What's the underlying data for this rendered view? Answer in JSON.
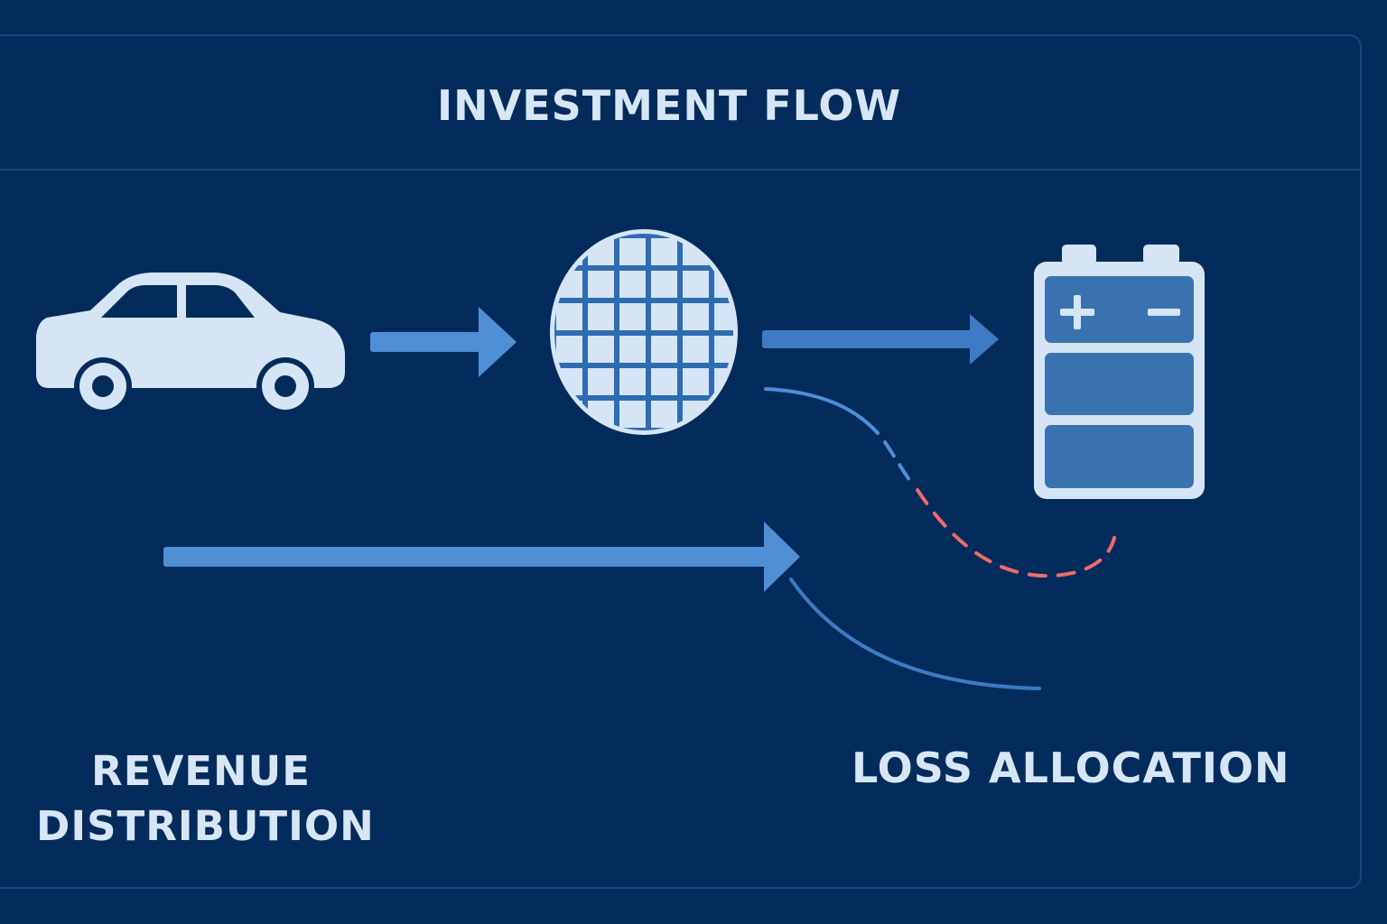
{
  "title": "INVESTMENT FLOW",
  "labels": {
    "revenue_line1": "REVENUE",
    "revenue_line2": "DISTRIBUTION",
    "loss": "LOSS ALLOCATION"
  },
  "icons": {
    "vehicle": "car-icon",
    "chip": "wafer-grid-icon",
    "storage": "battery-icon"
  },
  "colors": {
    "background": "#032c5c",
    "panel_border": "#1c467a",
    "icon_light": "#d5e5f5",
    "arrow_bright": "#4f8fd6",
    "arrow_mid": "#3f7bc4",
    "battery_fill": "#3a72b0",
    "loss_dashed": "#ef6b6b",
    "text": "#d7e6f6"
  }
}
